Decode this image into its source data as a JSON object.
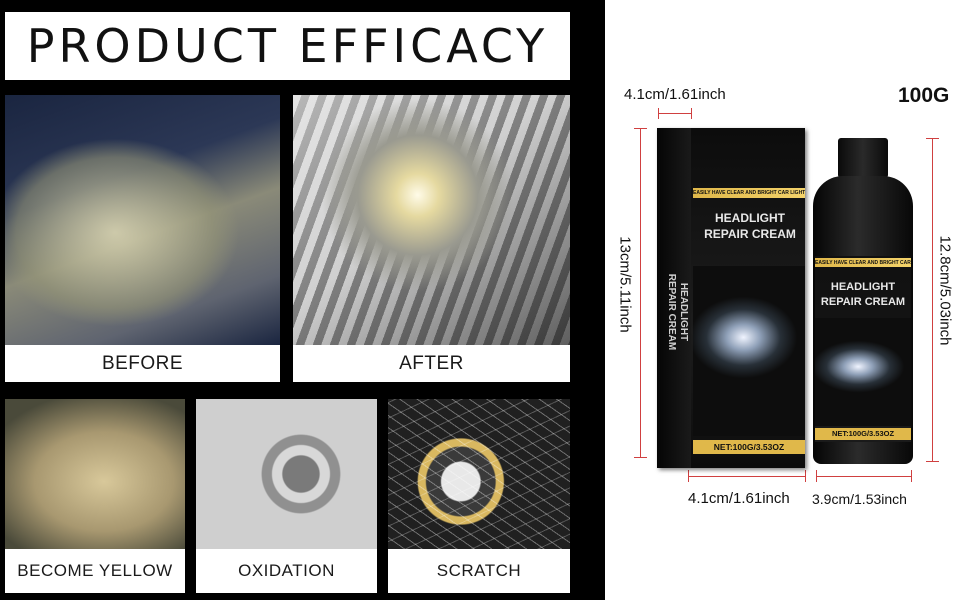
{
  "banner": {
    "title": "PRODUCT EFFICACY",
    "labels": {
      "before": "BEFORE",
      "after": "AFTER",
      "yellow": "BECOME YELLOW",
      "oxidation": "OXIDATION",
      "scratch": "SCRATCH"
    }
  },
  "product": {
    "weight": "100G",
    "dimensions": {
      "box_top_width": "4.1cm/1.61inch",
      "box_height": "13cm/5.11inch",
      "bottle_height": "12.8cm/5.03inch",
      "box_bottom_width": "4.1cm/1.61inch",
      "bottle_width": "3.9cm/1.53inch"
    },
    "packaging": {
      "tagline": "EASILY HAVE CLEAR AND BRIGHT CAR LIGHTS",
      "name_line1": "HEADLIGHT",
      "name_line2": "REPAIR CREAM",
      "net": "NET:100G/3.53OZ"
    }
  },
  "colors": {
    "accent_gold": "#e0b84a",
    "dimension_line": "#d04040",
    "panel_bg": "#000000"
  }
}
